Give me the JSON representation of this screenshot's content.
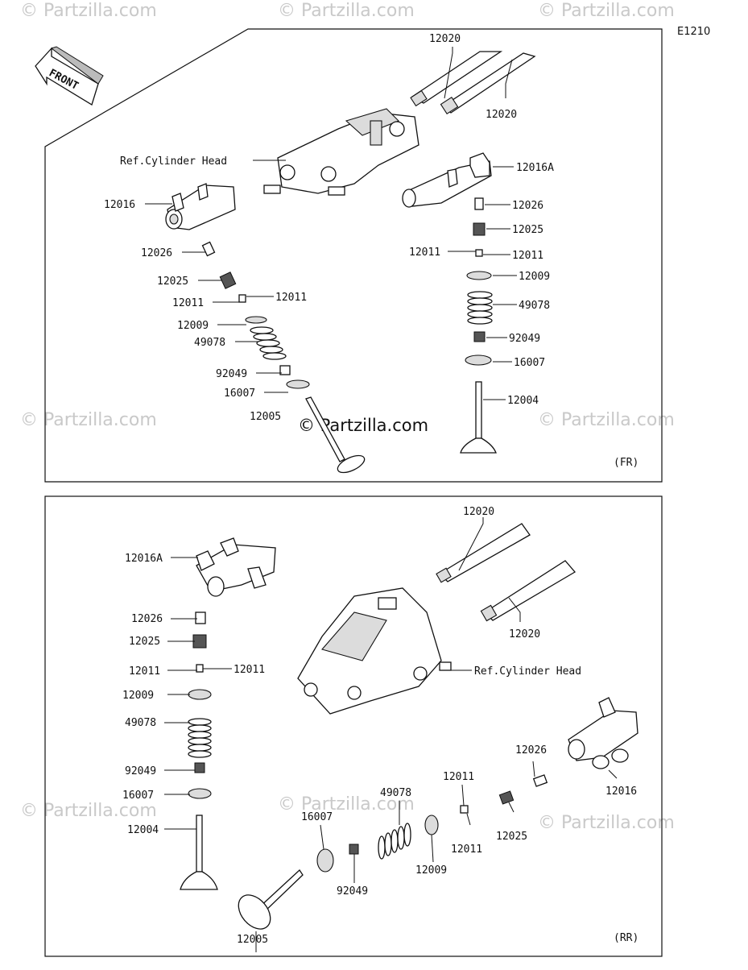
{
  "figure_code": "E1210",
  "watermarks": [
    "© Partzilla.com",
    "© Partzilla.com",
    "© Partzilla.com",
    "© Partzilla.com",
    "© Partzilla.com",
    "© Partzilla.com",
    "© Partzilla.com",
    "© Partzilla.com"
  ],
  "center_watermark": "© Partzilla.com",
  "front_arrow_label": "FRONT",
  "front_panel": {
    "tag": "(FR)",
    "labels": {
      "c12020a": "12020",
      "c12020b": "12020",
      "ref_head": "Ref.Cylinder Head",
      "c12016": "12016",
      "c12016a": "12016A",
      "l12026": "12026",
      "l12025": "12025",
      "l12011a": "12011",
      "l12011b": "12011",
      "l12009": "12009",
      "l49078": "49078",
      "l92049": "92049",
      "l16007": "16007",
      "l12005": "12005",
      "r12026": "12026",
      "r12025": "12025",
      "r12011a": "12011",
      "r12011b": "12011",
      "r12009": "12009",
      "r49078": "49078",
      "r92049": "92049",
      "r16007": "16007",
      "r12004": "12004"
    }
  },
  "rear_panel": {
    "tag": "(RR)",
    "labels": {
      "c12020a": "12020",
      "c12020b": "12020",
      "ref_head": "Ref.Cylinder Head",
      "l12016a": "12016A",
      "l12026": "12026",
      "l12025": "12025",
      "l12011a": "12011",
      "l12011b": "12011",
      "l12009": "12009",
      "l49078": "49078",
      "l92049": "92049",
      "l16007": "16007",
      "l12004": "12004",
      "b12026": "12026",
      "b12016": "12016",
      "b12011a": "12011",
      "b12011b": "12011",
      "b12025": "12025",
      "b49078": "49078",
      "b16007": "16007",
      "b12009": "12009",
      "b92049": "92049",
      "b12005": "12005"
    }
  }
}
